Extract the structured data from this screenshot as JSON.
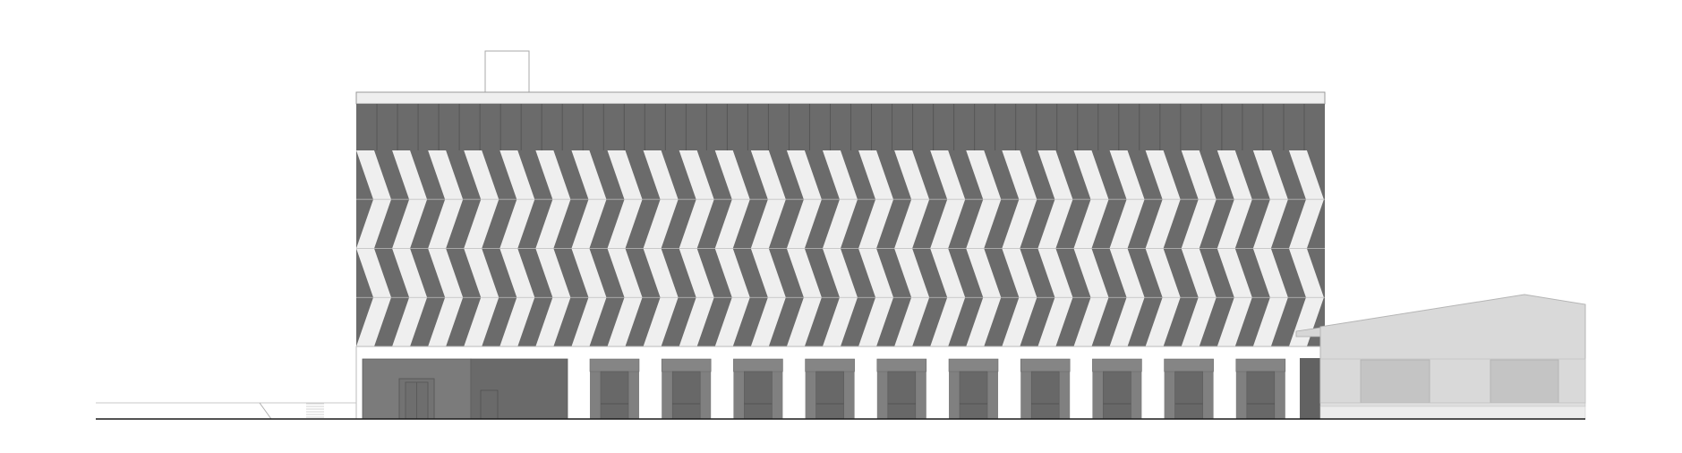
{
  "drawing": {
    "kind": "building-elevation",
    "colors": {
      "facade_dark": "#6b6b6b",
      "facade_light": "#efefef",
      "panel_seam": "#565656",
      "ground_panel_light": "#7b7b7b",
      "ground_panel_dark": "#6a6a6a",
      "window_frame": "#808080",
      "window_glass": "#686868",
      "annex_wall": "#d9d9d9",
      "annex_window": "#c4c4c4",
      "annex_base": "#ececec",
      "outline": "#9a9a9a",
      "ground_line": "#1a1a1a"
    },
    "chevron_rows": 4,
    "chevron_columns": 27,
    "ground_floor_window_bays": 10
  }
}
